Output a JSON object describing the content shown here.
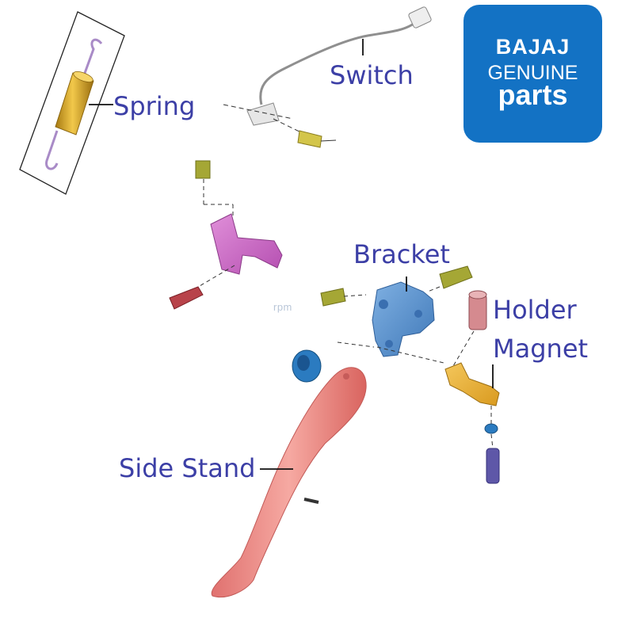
{
  "logo": {
    "line1": "BAJAJ",
    "line2": "GENUINE",
    "line3": "parts",
    "background": "#1372c4"
  },
  "labels": {
    "spring": "Spring",
    "switch": "Switch",
    "bracket": "Bracket",
    "holder": "Holder",
    "magnet": "Magnet",
    "side_stand": "Side Stand"
  },
  "watermark": "rpm",
  "colors": {
    "label_text": "#3c3fa6",
    "spring": "#d6a21d",
    "spring_hook": "#a98bc7",
    "bracket": "#5b93cf",
    "side_stand": "#f08c8c",
    "magnet_holder": "#e8b13a",
    "plate": "#cf6bcb",
    "bolt_red": "#b8434a",
    "bolt_olive": "#a5a735",
    "bolt_purple": "#5e57a8",
    "bushing": "#2b7bc0"
  }
}
